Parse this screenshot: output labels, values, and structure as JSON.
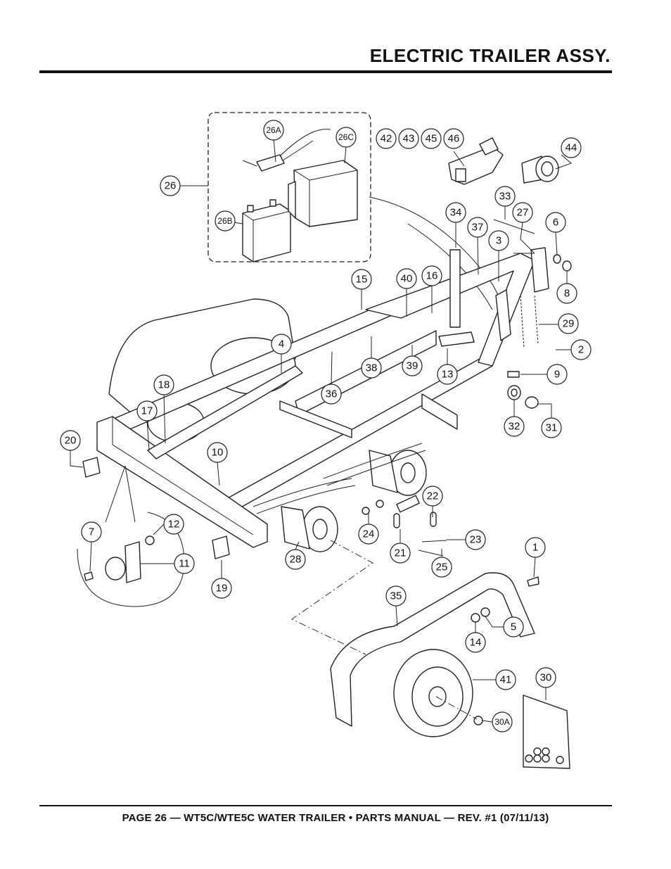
{
  "header": {
    "title": "ELECTRIC TRAILER ASSY."
  },
  "footer": {
    "text": "PAGE 26 — WT5C/WTE5C WATER TRAILER • PARTS MANUAL — REV. #1 (07/11/13)"
  },
  "callouts": {
    "c26A": "26A",
    "c26C": "26C",
    "c26": "26",
    "c26B": "26B",
    "c42": "42",
    "c43": "43",
    "c45": "45",
    "c46": "46",
    "c44": "44",
    "c33": "33",
    "c34": "34",
    "c27": "27",
    "c37": "37",
    "c6": "6",
    "c3": "3",
    "c15": "15",
    "c40": "40",
    "c16": "16",
    "c8": "8",
    "c29": "29",
    "c4": "4",
    "c2": "2",
    "c38": "38",
    "c39": "39",
    "c13": "13",
    "c9": "9",
    "c18": "18",
    "c36": "36",
    "c17": "17",
    "c32": "32",
    "c31": "31",
    "c20": "20",
    "c10": "10",
    "c22": "22",
    "c12": "12",
    "c7": "7",
    "c24": "24",
    "c23": "23",
    "c11": "11",
    "c21": "21",
    "c28": "28",
    "c25": "25",
    "c1": "1",
    "c19": "19",
    "c35": "35",
    "c5": "5",
    "c14": "14",
    "c41": "41",
    "c30": "30",
    "c30A": "30A"
  }
}
